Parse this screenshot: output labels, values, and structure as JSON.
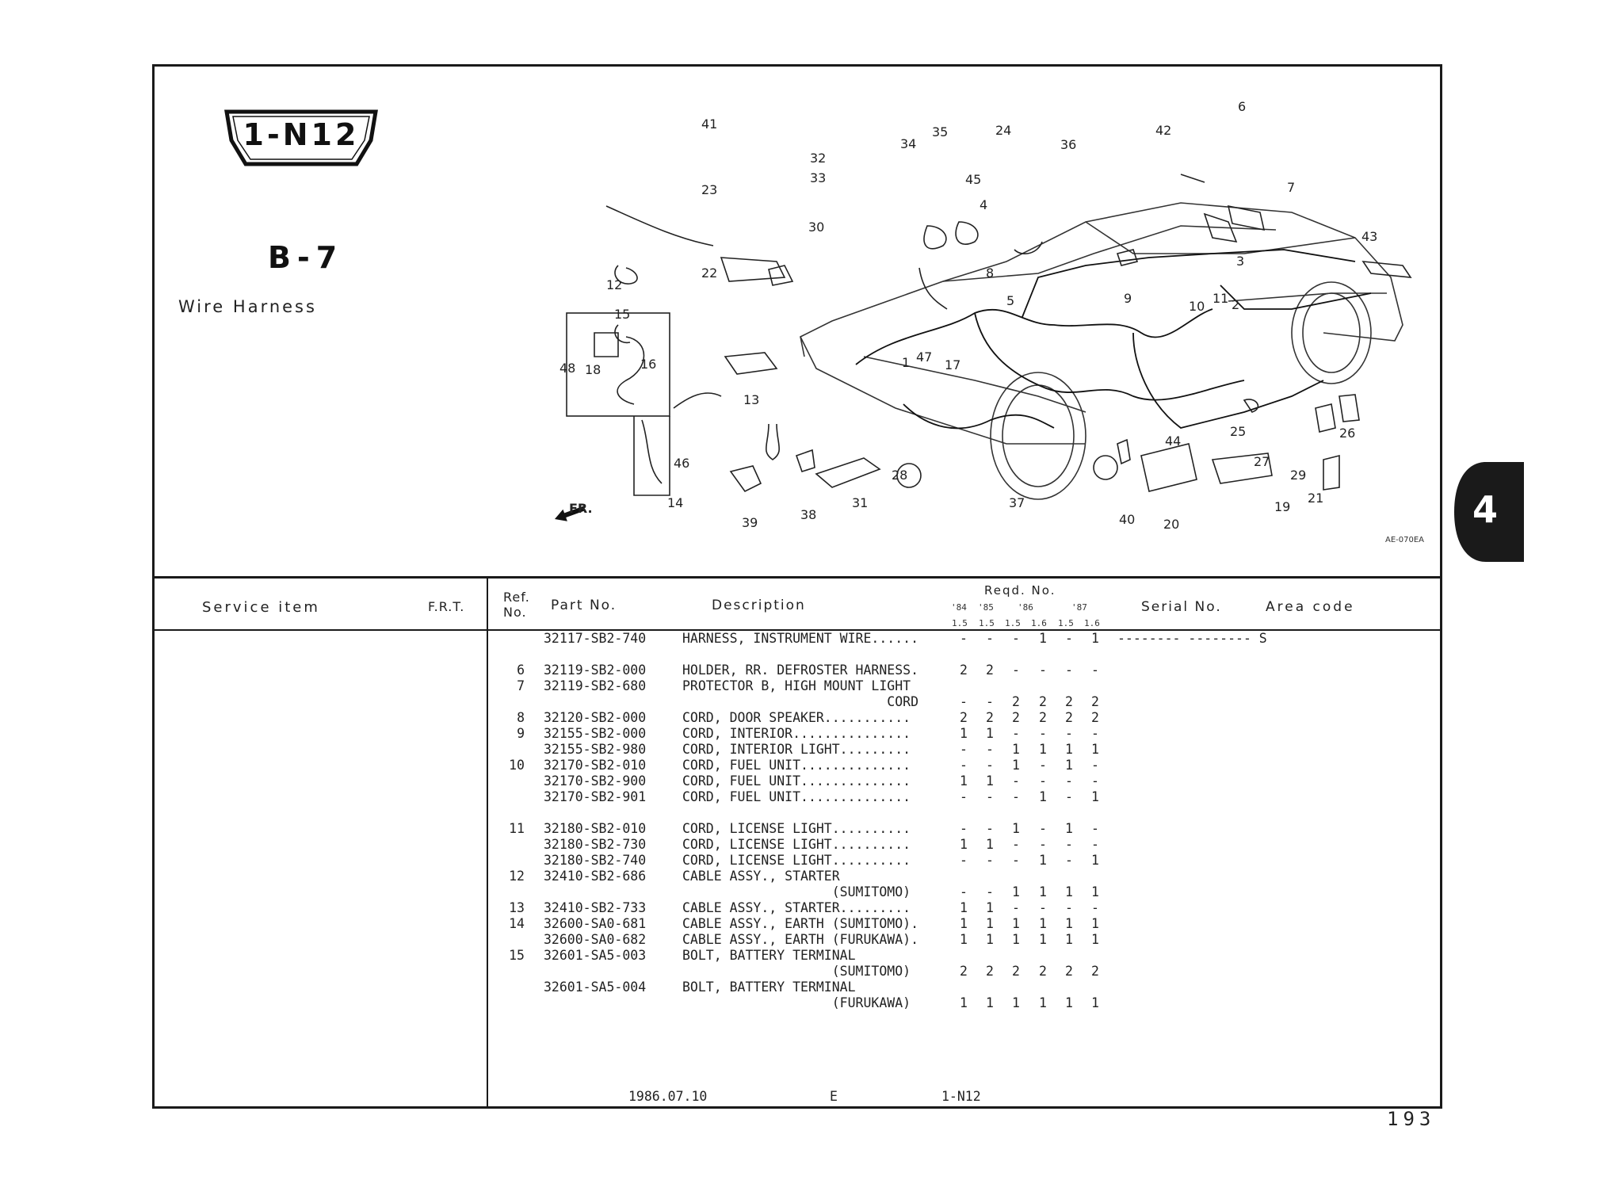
{
  "header": {
    "group_code": "1-N12",
    "section_code": "B-7",
    "title": "Wire Harness",
    "diagram_code": "AE-070EA",
    "front_marker": "FR."
  },
  "callouts": [
    "41",
    "23",
    "22",
    "12",
    "15",
    "16",
    "48",
    "18",
    "13",
    "46",
    "14",
    "39",
    "38",
    "31",
    "28",
    "32",
    "33",
    "30",
    "34",
    "35",
    "24",
    "45",
    "4",
    "36",
    "8",
    "5",
    "1",
    "47",
    "17",
    "6",
    "42",
    "7",
    "43",
    "3",
    "9",
    "11",
    "10",
    "2",
    "44",
    "25",
    "27",
    "29",
    "26",
    "21",
    "19",
    "20",
    "40",
    "37"
  ],
  "columns": {
    "service_item": "Service item",
    "frt": "F.R.T.",
    "ref_no_1": "Ref.",
    "ref_no_2": "No.",
    "part_no": "Part No.",
    "description": "Description",
    "reqd_no": "Reqd. No.",
    "years": [
      "'84",
      "'85",
      "'86",
      "'87"
    ],
    "engines": [
      "1.5",
      "1.5",
      "1.5",
      "1.6",
      "1.5",
      "1.6"
    ],
    "serial_no": "Serial No.",
    "area_code": "Area code"
  },
  "rows": [
    {
      "ref": "",
      "part": "32117-SB2-740",
      "desc": "HARNESS, INSTRUMENT WIRE......",
      "q": [
        "-",
        "-",
        "-",
        "1",
        "-",
        "1"
      ],
      "serial": "-------- -------- S"
    },
    {
      "ref": "",
      "part": "",
      "desc": "",
      "q": [
        "",
        "",
        "",
        "",
        "",
        ""
      ],
      "serial": ""
    },
    {
      "ref": "6",
      "part": "32119-SB2-000",
      "desc": "HOLDER, RR. DEFROSTER HARNESS.",
      "q": [
        "2",
        "2",
        "-",
        "-",
        "-",
        "-"
      ],
      "serial": ""
    },
    {
      "ref": "7",
      "part": "32119-SB2-680",
      "desc": "PROTECTOR B, HIGH MOUNT LIGHT",
      "q": [
        "",
        "",
        "",
        "",
        "",
        ""
      ],
      "serial": ""
    },
    {
      "ref": "",
      "part": "",
      "desc": "                          CORD",
      "q": [
        "-",
        "-",
        "2",
        "2",
        "2",
        "2"
      ],
      "serial": ""
    },
    {
      "ref": "8",
      "part": "32120-SB2-000",
      "desc": "CORD, DOOR SPEAKER...........",
      "q": [
        "2",
        "2",
        "2",
        "2",
        "2",
        "2"
      ],
      "serial": ""
    },
    {
      "ref": "9",
      "part": "32155-SB2-000",
      "desc": "CORD, INTERIOR...............",
      "q": [
        "1",
        "1",
        "-",
        "-",
        "-",
        "-"
      ],
      "serial": ""
    },
    {
      "ref": "",
      "part": "32155-SB2-980",
      "desc": "CORD, INTERIOR LIGHT.........",
      "q": [
        "-",
        "-",
        "1",
        "1",
        "1",
        "1"
      ],
      "serial": ""
    },
    {
      "ref": "10",
      "part": "32170-SB2-010",
      "desc": "CORD, FUEL UNIT..............",
      "q": [
        "-",
        "-",
        "1",
        "-",
        "1",
        "-"
      ],
      "serial": ""
    },
    {
      "ref": "",
      "part": "32170-SB2-900",
      "desc": "CORD, FUEL UNIT..............",
      "q": [
        "1",
        "1",
        "-",
        "-",
        "-",
        "-"
      ],
      "serial": ""
    },
    {
      "ref": "",
      "part": "32170-SB2-901",
      "desc": "CORD, FUEL UNIT..............",
      "q": [
        "-",
        "-",
        "-",
        "1",
        "-",
        "1"
      ],
      "serial": ""
    },
    {
      "ref": "",
      "part": "",
      "desc": "",
      "q": [
        "",
        "",
        "",
        "",
        "",
        ""
      ],
      "serial": ""
    },
    {
      "ref": "11",
      "part": "32180-SB2-010",
      "desc": "CORD, LICENSE LIGHT..........",
      "q": [
        "-",
        "-",
        "1",
        "-",
        "1",
        "-"
      ],
      "serial": ""
    },
    {
      "ref": "",
      "part": "32180-SB2-730",
      "desc": "CORD, LICENSE LIGHT..........",
      "q": [
        "1",
        "1",
        "-",
        "-",
        "-",
        "-"
      ],
      "serial": ""
    },
    {
      "ref": "",
      "part": "32180-SB2-740",
      "desc": "CORD, LICENSE LIGHT..........",
      "q": [
        "-",
        "-",
        "-",
        "1",
        "-",
        "1"
      ],
      "serial": ""
    },
    {
      "ref": "12",
      "part": "32410-SB2-686",
      "desc": "CABLE ASSY., STARTER",
      "q": [
        "",
        "",
        "",
        "",
        "",
        ""
      ],
      "serial": ""
    },
    {
      "ref": "",
      "part": "",
      "desc": "                   (SUMITOMO)",
      "q": [
        "-",
        "-",
        "1",
        "1",
        "1",
        "1"
      ],
      "serial": ""
    },
    {
      "ref": "13",
      "part": "32410-SB2-733",
      "desc": "CABLE ASSY., STARTER.........",
      "q": [
        "1",
        "1",
        "-",
        "-",
        "-",
        "-"
      ],
      "serial": ""
    },
    {
      "ref": "14",
      "part": "32600-SA0-681",
      "desc": "CABLE ASSY., EARTH (SUMITOMO).",
      "q": [
        "1",
        "1",
        "1",
        "1",
        "1",
        "1"
      ],
      "serial": ""
    },
    {
      "ref": "",
      "part": "32600-SA0-682",
      "desc": "CABLE ASSY., EARTH (FURUKAWA).",
      "q": [
        "1",
        "1",
        "1",
        "1",
        "1",
        "1"
      ],
      "serial": ""
    },
    {
      "ref": "15",
      "part": "32601-SA5-003",
      "desc": "BOLT, BATTERY TERMINAL",
      "q": [
        "",
        "",
        "",
        "",
        "",
        ""
      ],
      "serial": ""
    },
    {
      "ref": "",
      "part": "",
      "desc": "                   (SUMITOMO)",
      "q": [
        "2",
        "2",
        "2",
        "2",
        "2",
        "2"
      ],
      "serial": ""
    },
    {
      "ref": "",
      "part": "32601-SA5-004",
      "desc": "BOLT, BATTERY TERMINAL",
      "q": [
        "",
        "",
        "",
        "",
        "",
        ""
      ],
      "serial": ""
    },
    {
      "ref": "",
      "part": "",
      "desc": "                   (FURUKAWA)",
      "q": [
        "1",
        "1",
        "1",
        "1",
        "1",
        "1"
      ],
      "serial": ""
    }
  ],
  "footer": {
    "date": "1986.07.10",
    "letter": "E",
    "group": "1-N12"
  },
  "page_number": "193",
  "tab_label": "4"
}
